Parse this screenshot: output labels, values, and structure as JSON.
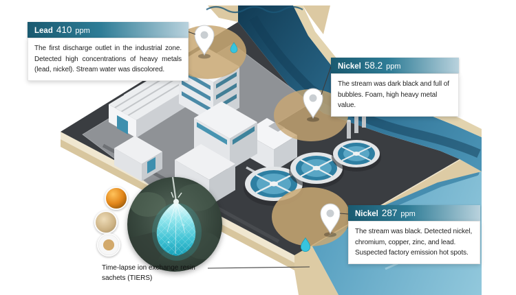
{
  "figure": {
    "type": "isometric-industrial-pollution-infographic"
  },
  "callouts": [
    {
      "metal": "Lead",
      "value": "410",
      "unit": "ppm",
      "description": "The first discharge outlet in the industrial zone. Detected high concentrations of heavy metals (lead, nickel). Stream water was discolored."
    },
    {
      "metal": "Nickel",
      "value": "58.2",
      "unit": "ppm",
      "description": "The stream was dark black and full of bubbles. Foam, high heavy metal value."
    },
    {
      "metal": "Nickel",
      "value": "287",
      "unit": "ppm",
      "description": "The stream was black. Detected nickel, chromium, copper, zinc, and lead. Suspected factory emission hot spots."
    }
  ],
  "caption": "Time-lapse ion exchange resin sachets (TIERS)",
  "colors": {
    "header_gradient_left": "#1a5a70",
    "header_gradient_right": "#b9d2dd",
    "platform": "#3a3d41",
    "ground_pad": "#8f9296",
    "sand_bank": "#ddcba4",
    "stream_dark": "#123c55",
    "stream_light": "#4a93b5",
    "lake_light": "#92c8dc",
    "contamination_zone": "#c9a873",
    "tank_water": "#59a6c5",
    "marker_drop": "#37c4de"
  }
}
